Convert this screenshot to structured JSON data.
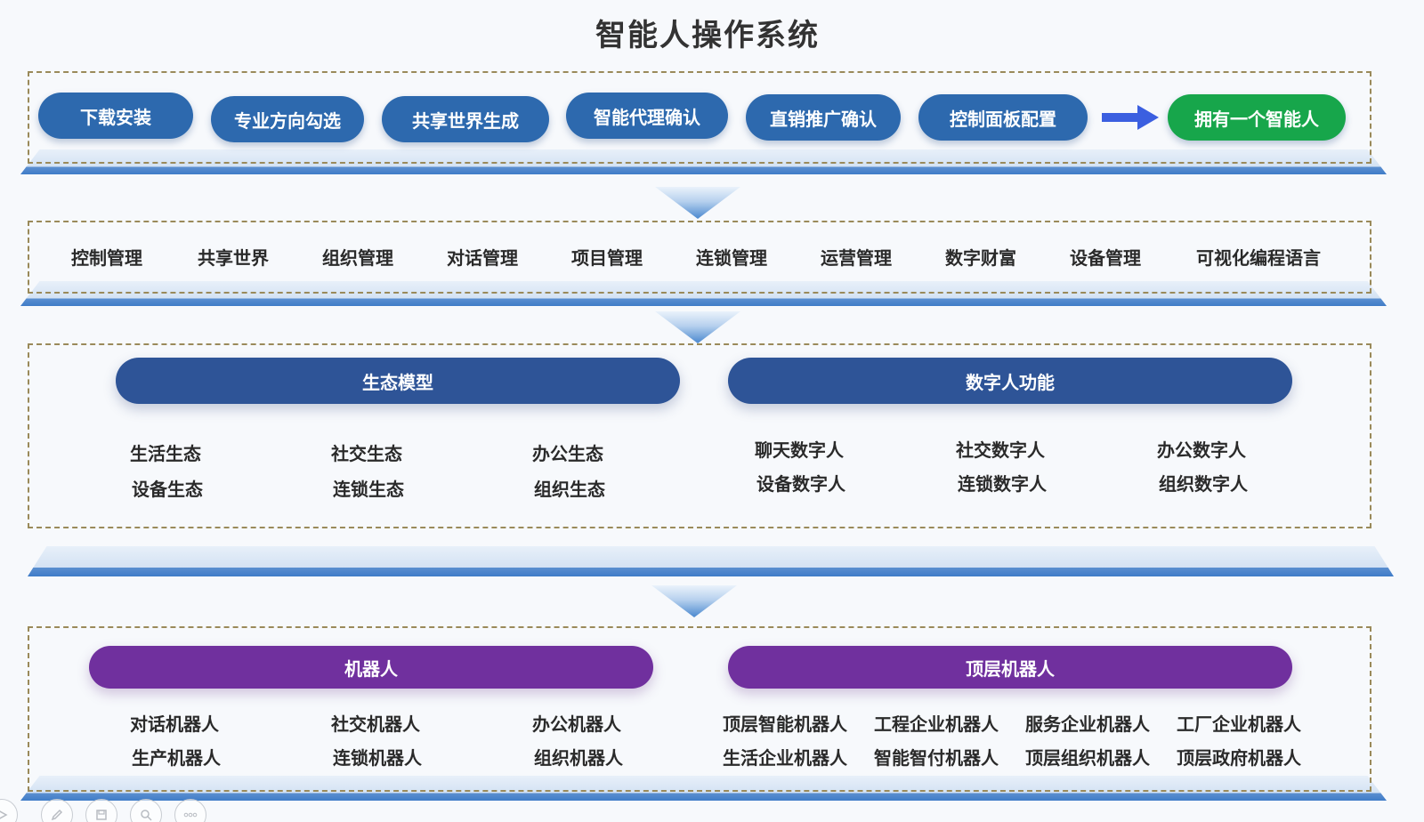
{
  "title": "智能人操作系统",
  "flow": {
    "steps": [
      "下载安装",
      "专业方向勾选",
      "共享世界生成",
      "智能代理确认",
      "直销推广确认",
      "控制面板配置"
    ],
    "result": "拥有一个智能人"
  },
  "menu": [
    "控制管理",
    "共享世界",
    "组织管理",
    "对话管理",
    "项目管理",
    "连锁管理",
    "运营管理",
    "数字财富",
    "设备管理",
    "可视化编程语言"
  ],
  "ecology": {
    "title": "生态模型",
    "items": [
      "生活生态",
      "社交生态",
      "办公生态",
      "设备生态",
      "连锁生态",
      "组织生态"
    ]
  },
  "digital_human": {
    "title": "数字人功能",
    "items": [
      "聊天数字人",
      "社交数字人",
      "办公数字人",
      "设备数字人",
      "连锁数字人",
      "组织数字人"
    ]
  },
  "robots": {
    "title": "机器人",
    "items": [
      "对话机器人",
      "社交机器人",
      "办公机器人",
      "生产机器人",
      "连锁机器人",
      "组织机器人"
    ]
  },
  "top_robots": {
    "title": "顶层机器人",
    "items": [
      "顶层智能机器人",
      "工程企业机器人",
      "服务企业机器人",
      "工厂企业机器人",
      "生活企业机器人",
      "智能智付机器人",
      "顶层组织机器人",
      "顶层政府机器人"
    ]
  },
  "colors": {
    "step_pill": "#2d69ae",
    "result_pill": "#17a64b",
    "flow_arrow": "#3b5fe0",
    "header_blue": "#2e5497",
    "header_purple": "#70309e"
  },
  "toolbar_icons": [
    "play-icon",
    "pen-icon",
    "save-icon",
    "zoom-icon",
    "more-icon"
  ]
}
